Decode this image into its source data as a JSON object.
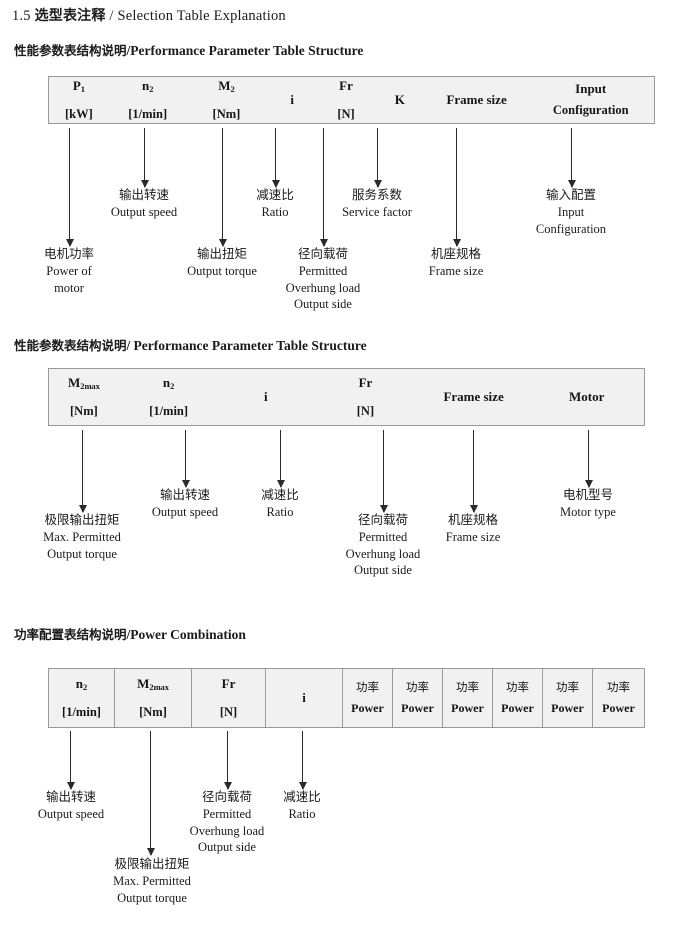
{
  "document": {
    "title_number": "1.5",
    "title_cn": "选型表注释",
    "title_sep": "/",
    "title_en": "Selection Table Explanation"
  },
  "sections": [
    {
      "heading_cn": "性能参数表结构说明",
      "heading_sep": "/",
      "heading_en": "Performance Parameter Table Structure",
      "table": {
        "ruled": false,
        "columns": [
          {
            "symbol": "P",
            "subscript": "1",
            "unit": "[kW]"
          },
          {
            "symbol": "n",
            "subscript": "2",
            "unit": "[1/min]"
          },
          {
            "symbol": "M",
            "subscript": "2",
            "unit": "[Nm]"
          },
          {
            "symbol": "i",
            "subscript": "",
            "unit": ""
          },
          {
            "symbol": "Fr",
            "subscript": "",
            "unit": "[N]"
          },
          {
            "symbol": "K",
            "subscript": "",
            "unit": ""
          },
          {
            "symbol": "Frame size",
            "subscript": "",
            "unit": ""
          },
          {
            "symbol": "Input",
            "subscript": "",
            "unit": "Configuration"
          }
        ]
      },
      "callouts": [
        {
          "cn": "电机功率",
          "en": [
            "Power of",
            "motor"
          ]
        },
        {
          "cn": "输出转速",
          "en": [
            "Output speed"
          ]
        },
        {
          "cn": "输出扭矩",
          "en": [
            "Output torque"
          ]
        },
        {
          "cn": "减速比",
          "en": [
            "Ratio"
          ]
        },
        {
          "cn": "径向载荷",
          "en": [
            "Permitted",
            "Overhung load",
            "Output side"
          ]
        },
        {
          "cn": "服务系数",
          "en": [
            "Service factor"
          ]
        },
        {
          "cn": "机座规格",
          "en": [
            "Frame size"
          ]
        },
        {
          "cn": "输入配置",
          "en": [
            "Input",
            "Configuration"
          ]
        }
      ]
    },
    {
      "heading_cn": "性能参数表结构说明",
      "heading_sep": "/",
      "heading_en": "Performance Parameter Table Structure",
      "table": {
        "ruled": false,
        "columns": [
          {
            "symbol": "M",
            "subscript": "2max",
            "unit": "[Nm]"
          },
          {
            "symbol": "n",
            "subscript": "2",
            "unit": "[1/min]"
          },
          {
            "symbol": "i",
            "subscript": "",
            "unit": ""
          },
          {
            "symbol": "Fr",
            "subscript": "",
            "unit": "[N]"
          },
          {
            "symbol": "Frame size",
            "subscript": "",
            "unit": ""
          },
          {
            "symbol": "Motor",
            "subscript": "",
            "unit": ""
          }
        ]
      },
      "callouts": [
        {
          "cn": "极限输出扭矩",
          "en": [
            "Max. Permitted",
            "Output  torque"
          ]
        },
        {
          "cn": "输出转速",
          "en": [
            "Output speed"
          ]
        },
        {
          "cn": "减速比",
          "en": [
            "Ratio"
          ]
        },
        {
          "cn": "径向载荷",
          "en": [
            "Permitted",
            "Overhung load",
            "Output side"
          ]
        },
        {
          "cn": "机座规格",
          "en": [
            "Frame size"
          ]
        },
        {
          "cn": "电机型号",
          "en": [
            "Motor type"
          ]
        }
      ]
    },
    {
      "heading_cn": "功率配置表结构说明",
      "heading_sep": "/",
      "heading_en": "Power Combination",
      "table": {
        "ruled": true,
        "columns": [
          {
            "symbol": "n",
            "subscript": "2",
            "unit": "[1/min]"
          },
          {
            "symbol": "M",
            "subscript": "2max",
            "unit": "[Nm]"
          },
          {
            "symbol": "Fr",
            "subscript": "",
            "unit": "[N]"
          },
          {
            "symbol": "i",
            "subscript": "",
            "unit": ""
          },
          {
            "symbol": "功率",
            "subscript": "",
            "unit": "Power"
          },
          {
            "symbol": "功率",
            "subscript": "",
            "unit": "Power"
          },
          {
            "symbol": "功率",
            "subscript": "",
            "unit": "Power"
          },
          {
            "symbol": "功率",
            "subscript": "",
            "unit": "Power"
          },
          {
            "symbol": "功率",
            "subscript": "",
            "unit": "Power"
          },
          {
            "symbol": "功率",
            "subscript": "",
            "unit": "Power"
          }
        ]
      },
      "callouts": [
        {
          "cn": "输出转速",
          "en": [
            "Output speed"
          ]
        },
        {
          "cn": "极限输出扭矩",
          "en": [
            "Max. Permitted",
            "Output  torque"
          ]
        },
        {
          "cn": "径向载荷",
          "en": [
            "Permitted",
            "Overhung load",
            "Output side"
          ]
        },
        {
          "cn": "减速比",
          "en": [
            "Ratio"
          ]
        }
      ]
    }
  ],
  "colors": {
    "table_fill": "#f1f1f1",
    "table_border": "#9a9a9a",
    "arrow": "#2a2a2a",
    "text": "#1b1b1b"
  }
}
